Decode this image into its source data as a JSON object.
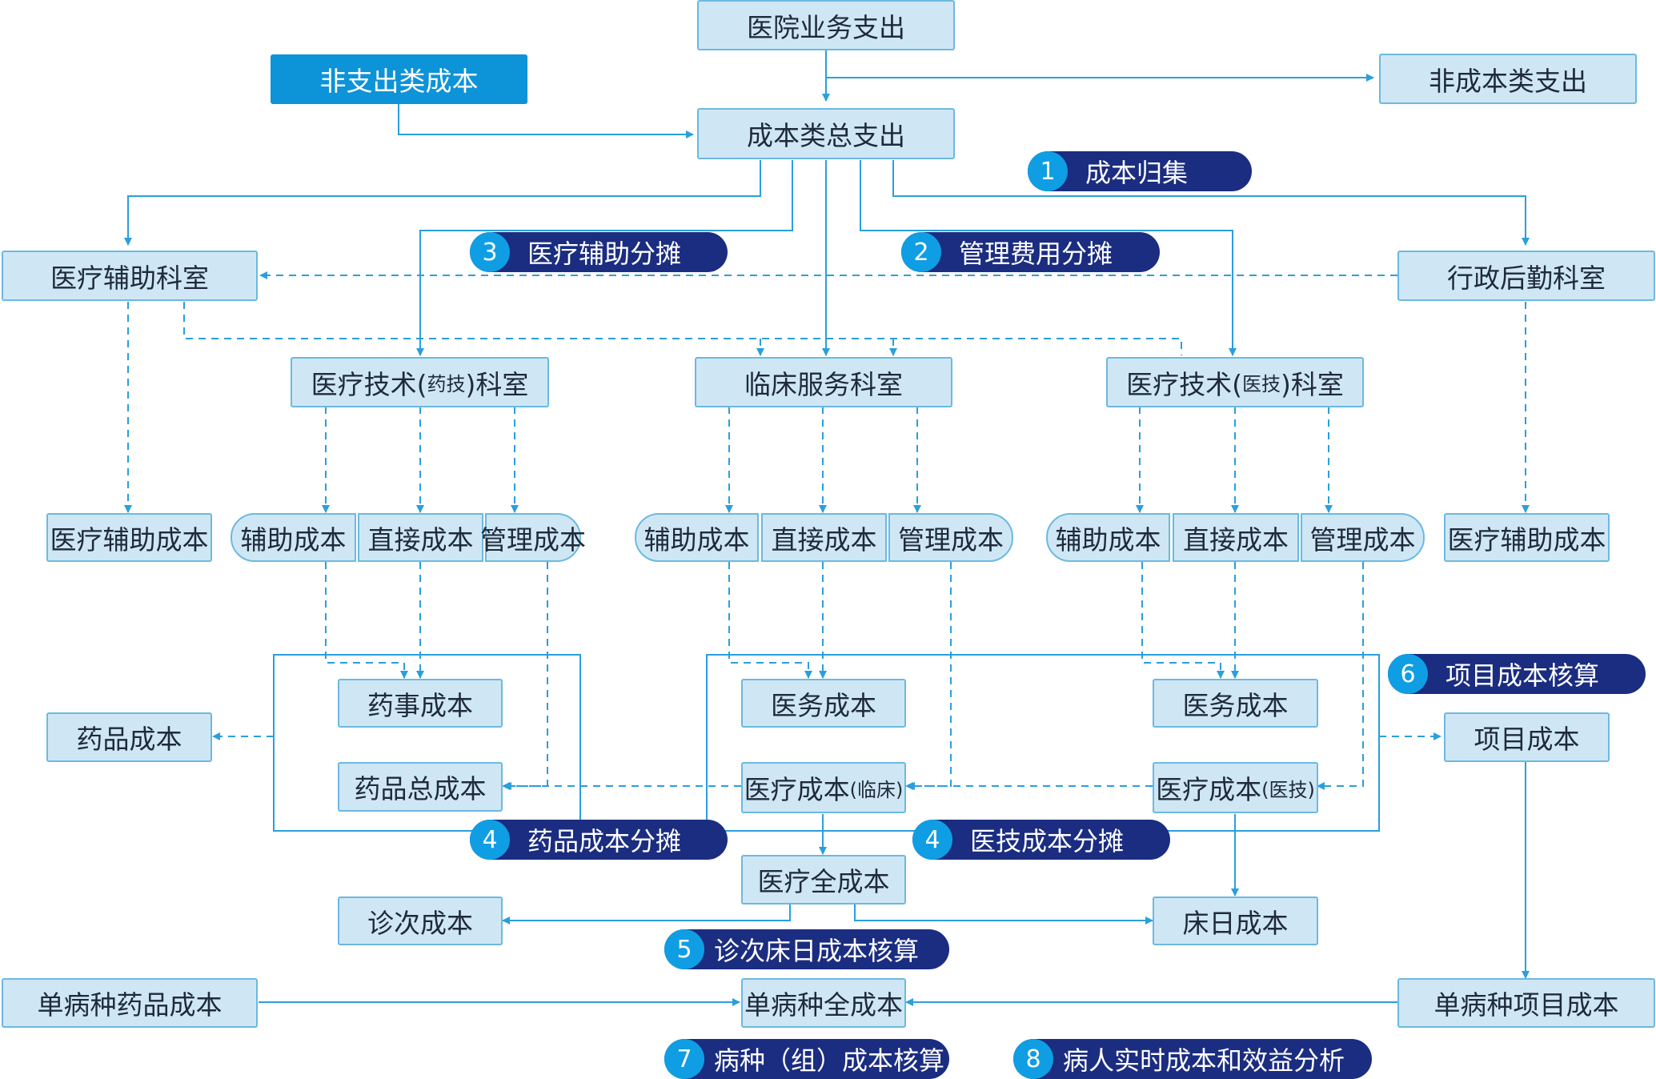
{
  "nodes": {
    "hospital_expense": "医院业务支出",
    "non_expense_cost": "非支出类成本",
    "non_cost_expense": "非成本类支出",
    "total_cost_expense": "成本类总支出",
    "med_aux_dept": "医疗辅助科室",
    "admin_dept": "行政后勤科室",
    "tech_pharm_dept_a": "医疗技术(",
    "tech_pharm_dept_b": "药技",
    "tech_pharm_dept_c": ")科室",
    "clinical_dept": "临床服务科室",
    "tech_med_dept_a": "医疗技术(",
    "tech_med_dept_b": "医技",
    "tech_med_dept_c": ")科室",
    "med_aux_cost_left": "医疗辅助成本",
    "med_aux_cost_right": "医疗辅助成本",
    "aux_cost": "辅助成本",
    "direct_cost": "直接成本",
    "mgmt_cost": "管理成本",
    "pharmacy_cost": "药事成本",
    "drug_total_cost": "药品总成本",
    "drug_cost": "药品成本",
    "med_service_cost": "医务成本",
    "clinical_med_cost_a": "医疗成本",
    "clinical_med_cost_b": "(临床)",
    "tech_med_cost_a": "医疗成本",
    "tech_med_cost_b": "(医技)",
    "item_cost": "项目成本",
    "full_med_cost": "医疗全成本",
    "visit_cost": "诊次成本",
    "bed_day_cost": "床日成本",
    "disease_drug_cost": "单病种药品成本",
    "disease_full_cost": "单病种全成本",
    "disease_item_cost": "单病种项目成本"
  },
  "steps": [
    {
      "num": "1",
      "label": "成本归集"
    },
    {
      "num": "2",
      "label": "管理费用分摊"
    },
    {
      "num": "3",
      "label": "医疗辅助分摊"
    },
    {
      "num": "4",
      "label": "药品成本分摊"
    },
    {
      "num": "4",
      "label": "医技成本分摊"
    },
    {
      "num": "5",
      "label": "诊次床日成本核算"
    },
    {
      "num": "6",
      "label": "项目成本核算"
    },
    {
      "num": "7",
      "label": "病种（组）成本核算"
    },
    {
      "num": "8",
      "label": "病人实时成本和效益分析"
    }
  ],
  "colors": {
    "line": "#2a9fdc",
    "box_fill": "#cfe7f5",
    "box_border": "#6cb9e0",
    "step_fill": "#1b2d80",
    "step_num": "#0f9ee3",
    "dark_box": "#0d93d8"
  }
}
